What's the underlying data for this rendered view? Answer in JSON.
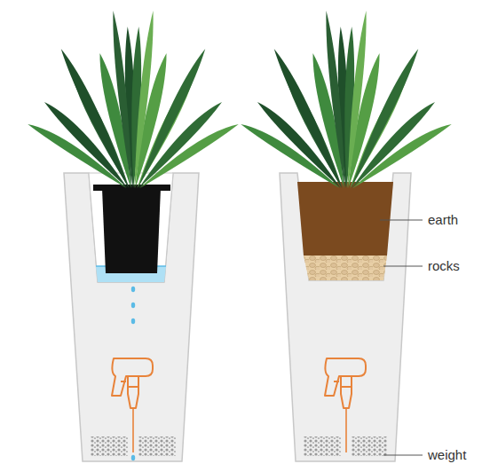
{
  "diagram": {
    "labels": [
      "earth",
      "rocks",
      "weight"
    ]
  }
}
